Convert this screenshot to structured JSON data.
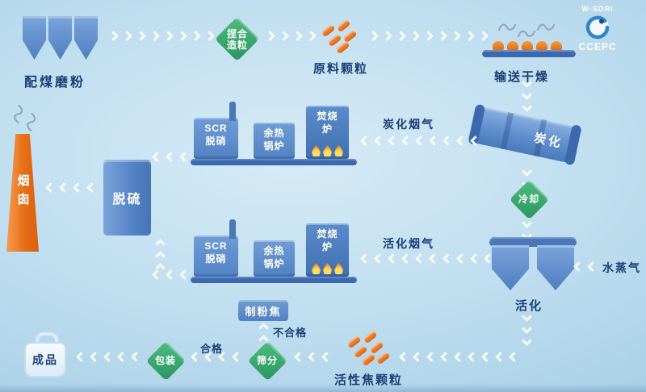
{
  "logo": {
    "top": "W·SDRI",
    "bottom": "CCEPC"
  },
  "labels": {
    "coal_milling": "配煤磨粉",
    "kneading_1": "捏合",
    "kneading_2": "造粒",
    "raw_pellets": "原料颗粒",
    "convey_dry": "输送干燥",
    "carbonization": "炭化",
    "carbonization_gas": "炭化烟气",
    "incinerator_1": "焚烧",
    "incinerator_2": "炉",
    "waste_heat_1": "余热",
    "waste_heat_2": "锅炉",
    "scr_1": "SCR",
    "scr_2": "脱硝",
    "desulfurization": "脱硫",
    "chimney": "烟囱",
    "cooling": "冷却",
    "activation": "活化",
    "steam": "水蒸气",
    "activation_gas": "活化烟气",
    "powder_coke": "制粉焦",
    "unqualified": "不合格",
    "screening": "筛分",
    "qualified": "合格",
    "packaging": "包装",
    "finished_product": "成品",
    "active_coke_pellets": "活性焦颗粒"
  },
  "colors": {
    "background": "#bcdcee",
    "equipment_blue": "#5282c4",
    "accent_green": "#2b9560",
    "accent_orange": "#e76f16",
    "label_navy": "#1c3f77",
    "arrow_white": "#f8fcff"
  }
}
